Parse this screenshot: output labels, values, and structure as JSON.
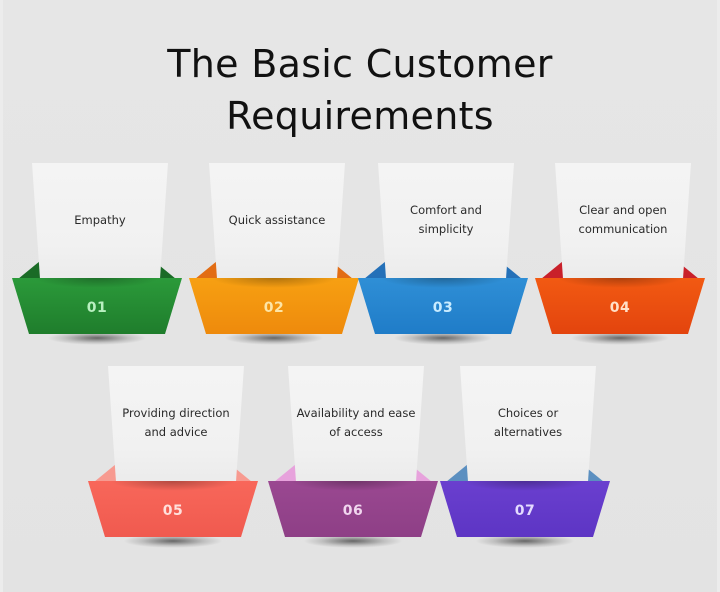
{
  "title": {
    "line1": "The Basic Customer",
    "line2": "Requirements"
  },
  "items": [
    {
      "number": "01",
      "text": "Empathy",
      "color": "#2b9a3a",
      "color_dark": "#1f7d2c",
      "num_color": "#b9f0c0",
      "flap_color": "#1a6b26"
    },
    {
      "number": "02",
      "text": "Quick assistance",
      "color": "#f7a012",
      "color_dark": "#ee8a0c",
      "num_color": "#fde5a6",
      "flap_color": "#e26d14"
    },
    {
      "number": "03",
      "text": "Comfort and simplicity",
      "color": "#2f8fd6",
      "color_dark": "#1f7cc8",
      "num_color": "#c9ecff",
      "flap_color": "#2470b8"
    },
    {
      "number": "04",
      "text": "Clear and open communication",
      "color": "#f25a12",
      "color_dark": "#e3440e",
      "num_color": "#ffe0c8",
      "flap_color": "#c9202a"
    },
    {
      "number": "05",
      "text": "Providing direction and advice",
      "color": "#f8675a",
      "color_dark": "#f05a4f",
      "num_color": "#ffe0dc",
      "flap_color": "#f79a90"
    },
    {
      "number": "06",
      "text": "Availability and ease of access",
      "color": "#9a4891",
      "color_dark": "#8e3f86",
      "num_color": "#f1d6ef",
      "flap_color": "#e7a2dc"
    },
    {
      "number": "07",
      "text": "Choices or alternatives",
      "color": "#6a3fcf",
      "color_dark": "#5d35c4",
      "num_color": "#e4dbff",
      "flap_color": "#5b8fc0"
    }
  ]
}
